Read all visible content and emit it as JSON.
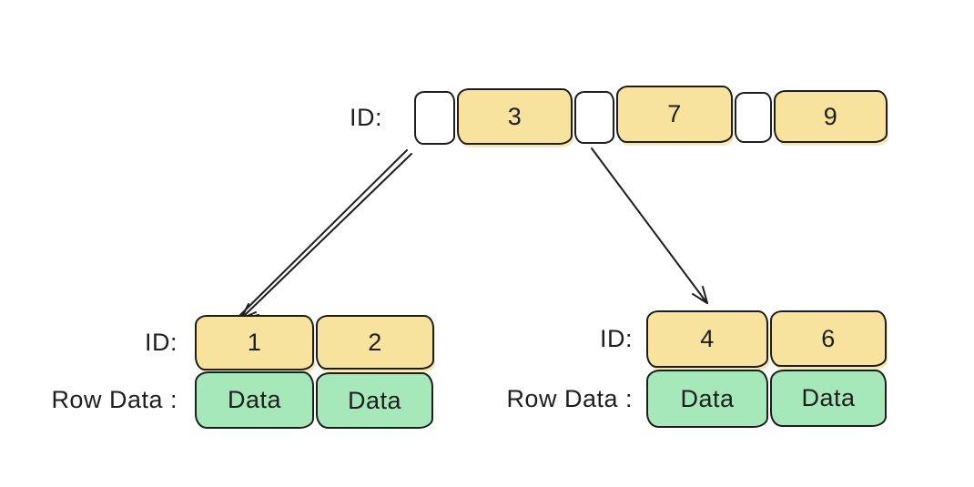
{
  "root_node": {
    "label": "ID:",
    "keys": [
      "3",
      "7",
      "9"
    ]
  },
  "left_leaf": {
    "id_label": "ID:",
    "row_label": "Row Data :",
    "ids": [
      "1",
      "2"
    ],
    "rows": [
      "Data",
      "Data"
    ]
  },
  "right_leaf": {
    "id_label": "ID:",
    "row_label": "Row Data :",
    "ids": [
      "4",
      "6"
    ],
    "rows": [
      "Data",
      "Data"
    ]
  },
  "colors": {
    "key_fill": "#F8E39E",
    "data_fill": "#A7E8BA",
    "pointer_fill": "#FFFFFF",
    "stroke": "#1D1D1D"
  }
}
